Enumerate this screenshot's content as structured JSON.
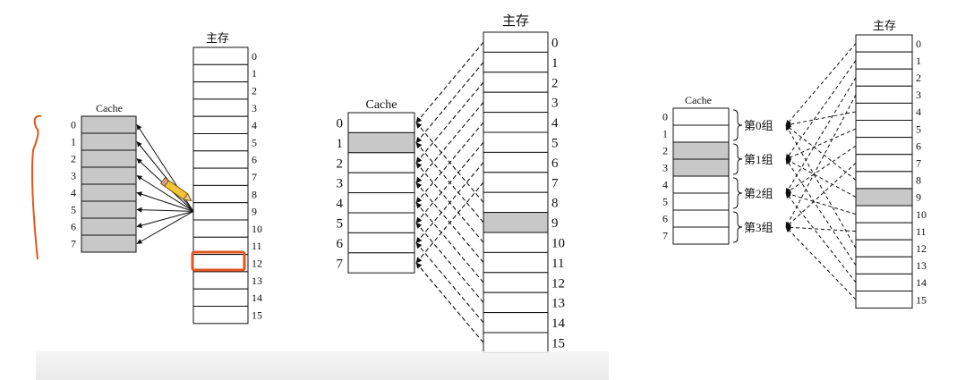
{
  "colors": {
    "line": "#111111",
    "fill": "#ffffff",
    "highlight": "#c8c8c8",
    "pen": "#e0561f"
  },
  "panels": [
    {
      "id": "direct",
      "cache_title": "Cache",
      "mem_title": "主存",
      "cache_indices": [
        "0",
        "1",
        "2",
        "3",
        "4",
        "5",
        "6",
        "7"
      ],
      "cache_shaded": [
        0,
        1,
        2,
        3,
        4,
        5,
        6,
        7
      ],
      "mem_indices": [
        "0",
        "1",
        "2",
        "3",
        "4",
        "5",
        "6",
        "7",
        "8",
        "9",
        "10",
        "11",
        "12",
        "13",
        "14",
        "15"
      ],
      "mem_shaded": [],
      "mapping": "fully-associative: memory block 9 connects to every cache line",
      "annotations": [
        "pencil-cursor",
        "red-box-block-12",
        "red-brace-left"
      ]
    },
    {
      "id": "fully",
      "cache_title": "Cache",
      "mem_title": "主存",
      "cache_indices": [
        "0",
        "1",
        "2",
        "3",
        "4",
        "5",
        "6",
        "7"
      ],
      "cache_shaded": [
        1
      ],
      "mem_indices": [
        "0",
        "1",
        "2",
        "3",
        "4",
        "5",
        "6",
        "7",
        "8",
        "9",
        "10",
        "11",
        "12",
        "13",
        "14",
        "15"
      ],
      "mem_shaded": [
        9
      ],
      "mapping": "direct-mapped: memory block i maps to cache line i mod 8"
    },
    {
      "id": "set",
      "cache_title": "Cache",
      "mem_title": "主存",
      "cache_indices": [
        "0",
        "1",
        "2",
        "3",
        "4",
        "5",
        "6",
        "7"
      ],
      "cache_shaded": [
        2,
        3
      ],
      "groups": [
        "第0组",
        "第1组",
        "第2组",
        "第3组"
      ],
      "mem_indices": [
        "0",
        "1",
        "2",
        "3",
        "4",
        "5",
        "6",
        "7",
        "8",
        "9",
        "10",
        "11",
        "12",
        "13",
        "14",
        "15"
      ],
      "mem_shaded": [
        9
      ],
      "mapping": "2-way set-associative: memory block i maps to set i mod 4"
    }
  ]
}
